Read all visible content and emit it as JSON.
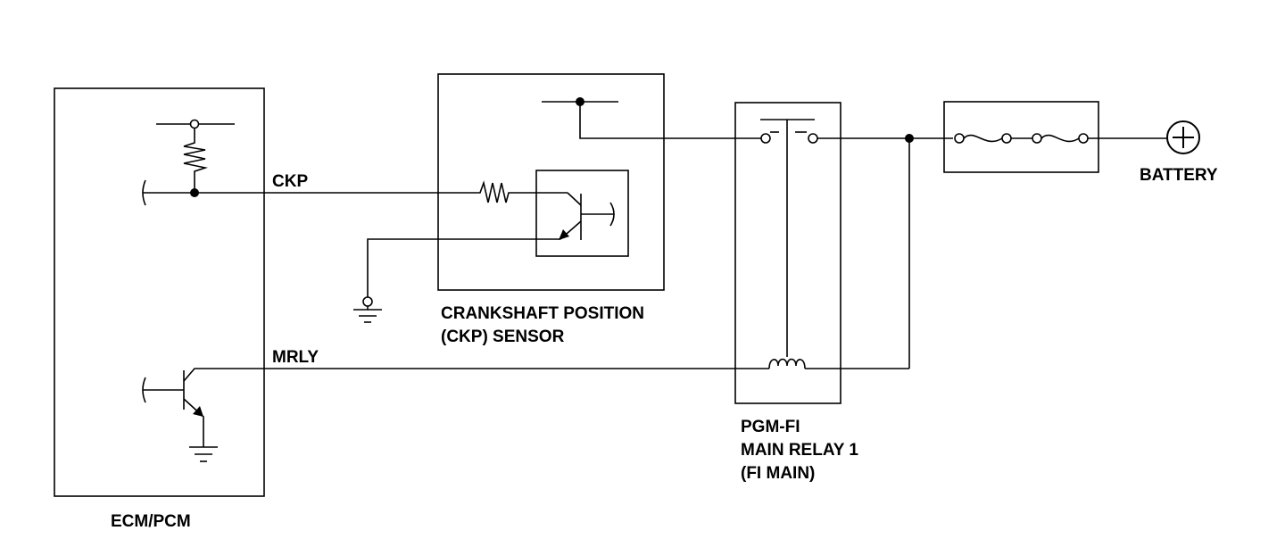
{
  "labels": {
    "ecm": "ECM/PCM",
    "ckp_wire": "CKP",
    "mrly_wire": "MRLY",
    "ckp_sensor_line1": "CRANKSHAFT POSITION",
    "ckp_sensor_line2": "(CKP) SENSOR",
    "relay_line1": "PGM-FI",
    "relay_line2": "MAIN RELAY 1",
    "relay_line3": "(FI MAIN)",
    "battery": "BATTERY"
  }
}
